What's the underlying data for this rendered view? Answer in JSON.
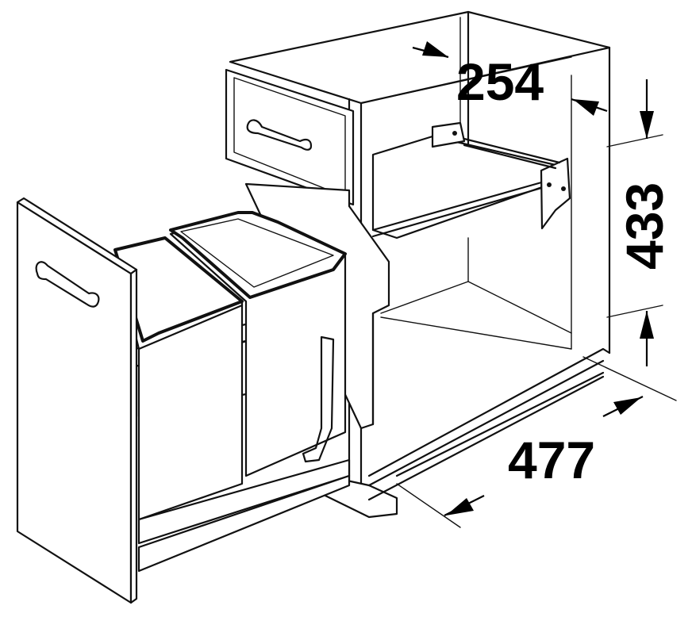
{
  "dimensions": {
    "width_label": "254",
    "height_label": "433",
    "depth_label": "477"
  },
  "colors": {
    "line": "#111111",
    "background": "#ffffff"
  }
}
